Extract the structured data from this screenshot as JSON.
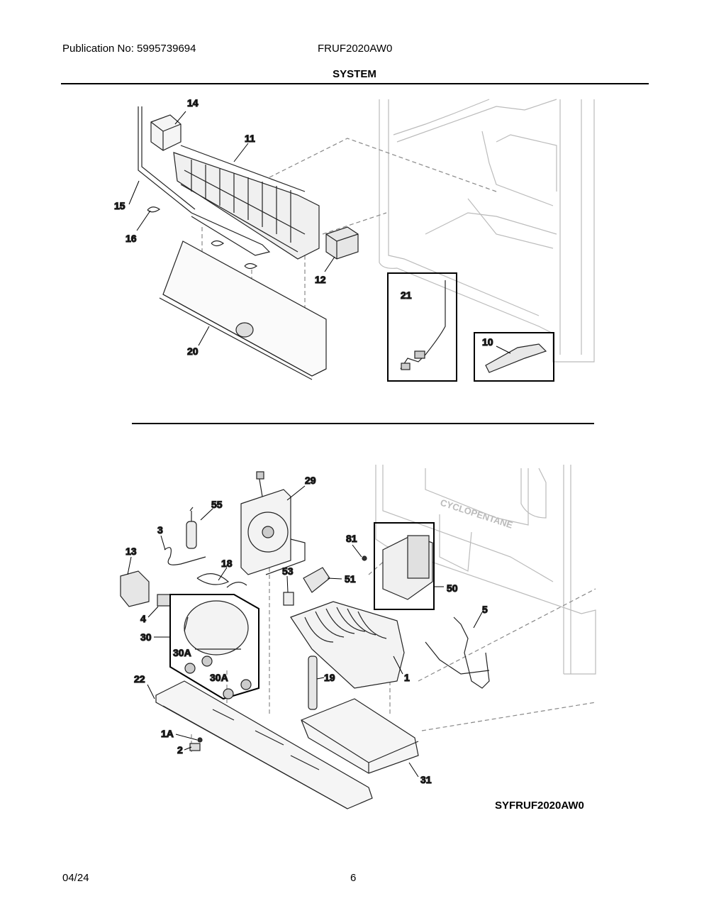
{
  "header": {
    "publication": "Publication No: 5995739694",
    "model": "FRUF2020AW0",
    "title": "SYSTEM"
  },
  "footer": {
    "date": "04/24",
    "page": "6",
    "diagram_code": "SYFRUF2020AW0"
  },
  "callouts": {
    "c14": "14",
    "c11": "11",
    "c15": "15",
    "c16": "16",
    "c12": "12",
    "c20": "20",
    "c21": "21",
    "c10": "10",
    "c29": "29",
    "c55": "55",
    "c3": "3",
    "c13": "13",
    "c18": "18",
    "c81": "81",
    "c53": "53",
    "c51": "51",
    "c50": "50",
    "c4": "4",
    "c30": "30",
    "c30a1": "30A",
    "c30a2": "30A",
    "c5": "5",
    "c22": "22",
    "c19": "19",
    "c1": "1",
    "c1a": "1A",
    "c2": "2",
    "c31": "31"
  },
  "stamp_text": "CYCLOPENTANE"
}
